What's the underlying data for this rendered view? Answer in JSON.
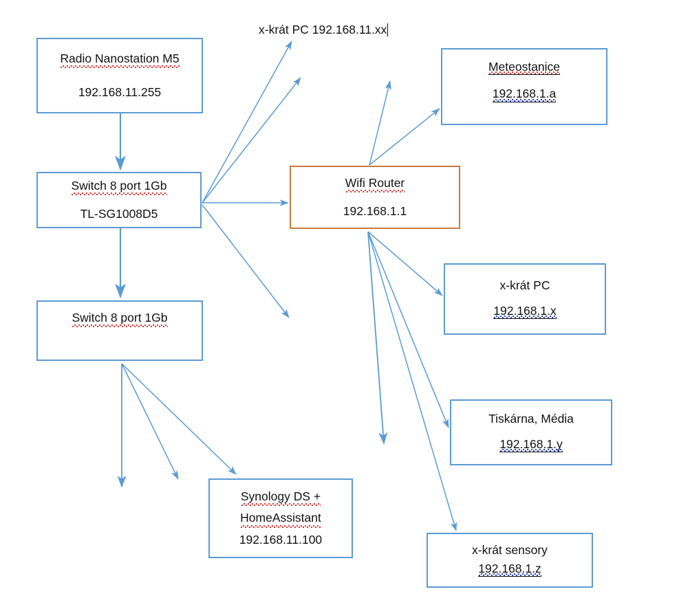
{
  "diagram": {
    "title_caption": "x-krát PC 192.168.11.xx",
    "colors": {
      "box_blue": "#5B9BD5",
      "box_orange": "#C9783C",
      "arrow_blue": "#5B9BD5",
      "text": "#111111",
      "background": "#FFFFFF",
      "spellcheck_red": "#E03030",
      "grammarcheck_blue": "#2A3FC4"
    },
    "nodes": [
      {
        "id": "radio",
        "name": "radio-nanostation-box",
        "lines": [
          "Radio Nanostation M5",
          "192.168.11.255"
        ],
        "border": "blue"
      },
      {
        "id": "switch1",
        "name": "switch-tl-sg1008d5-box",
        "lines": [
          "Switch 8 port 1Gb",
          "TL-SG1008D5"
        ],
        "border": "blue"
      },
      {
        "id": "switch2",
        "name": "switch-second-box",
        "lines": [
          "Switch 8 port 1Gb"
        ],
        "border": "blue"
      },
      {
        "id": "router",
        "name": "wifi-router-box",
        "lines": [
          "Wifi Router",
          "192.168.1.1"
        ],
        "border": "orange"
      },
      {
        "id": "meteo",
        "name": "meteostanice-box",
        "lines": [
          "Meteostanice",
          "192.168.1.a"
        ],
        "border": "blue"
      },
      {
        "id": "pc",
        "name": "x-krat-pc-box",
        "lines": [
          "x-krát PC",
          "192.168.1.x"
        ],
        "border": "blue"
      },
      {
        "id": "printer",
        "name": "tiskarna-media-box",
        "lines": [
          "Tiskárna, Média",
          "192.168.1.y"
        ],
        "border": "blue"
      },
      {
        "id": "sensors",
        "name": "x-krat-sensory-box",
        "lines": [
          "x-krát sensory",
          "192.168.1.z"
        ],
        "border": "blue"
      },
      {
        "id": "synology",
        "name": "synology-homeassistant-box",
        "lines": [
          "Synology DS +",
          "HomeAssistant",
          "192.168.11.100"
        ],
        "border": "blue"
      }
    ],
    "node_text": {
      "radio_l1": "Radio Nanostation M5",
      "radio_l2": "192.168.11.255",
      "switch1_l1": "Switch 8 port 1Gb",
      "switch1_l2": "TL-SG1008D5",
      "switch2_l1": "Switch 8 port 1Gb",
      "router_l1": "Wifi Router",
      "router_l2": "192.168.1.1",
      "meteo_l1": "Meteostanice",
      "meteo_l2": "192.168.1.a",
      "pc_l1": "x-krát PC",
      "pc_l2": "192.168.1.x",
      "printer_l1": "Tiskárna, Média",
      "printer_l2": "192.168.1.y",
      "sensors_l1": "x-krát sensory",
      "sensors_l2": "192.168.1.z",
      "synology_l1": "Synology DS +",
      "synology_l2": "HomeAssistant",
      "synology_l3": "192.168.11.100"
    },
    "connections": [
      {
        "name": "radio-to-switch1",
        "from": "radio",
        "to": "switch1"
      },
      {
        "name": "switch1-to-pc-label-upper",
        "from": "switch1",
        "to": "x-krát PC 192.168.11.xx"
      },
      {
        "name": "switch1-to-pc-label-lower",
        "from": "switch1",
        "to": "x-krát PC 192.168.11.xx"
      },
      {
        "name": "switch1-to-router",
        "from": "switch1",
        "to": "router"
      },
      {
        "name": "switch1-to-open-down",
        "from": "switch1",
        "to": ""
      },
      {
        "name": "switch1-to-switch2",
        "from": "switch1",
        "to": "switch2"
      },
      {
        "name": "router-to-up-open",
        "from": "router",
        "to": ""
      },
      {
        "name": "router-to-meteo",
        "from": "router",
        "to": "meteo"
      },
      {
        "name": "router-to-pc",
        "from": "router",
        "to": "pc"
      },
      {
        "name": "router-to-down-open",
        "from": "router",
        "to": ""
      },
      {
        "name": "router-to-printer",
        "from": "router",
        "to": "printer"
      },
      {
        "name": "router-to-sensors",
        "from": "router",
        "to": "sensors"
      },
      {
        "name": "switch2-to-down-open",
        "from": "switch2",
        "to": ""
      },
      {
        "name": "switch2-to-down-open-2",
        "from": "switch2",
        "to": ""
      },
      {
        "name": "switch2-to-synology",
        "from": "switch2",
        "to": "synology"
      }
    ]
  }
}
